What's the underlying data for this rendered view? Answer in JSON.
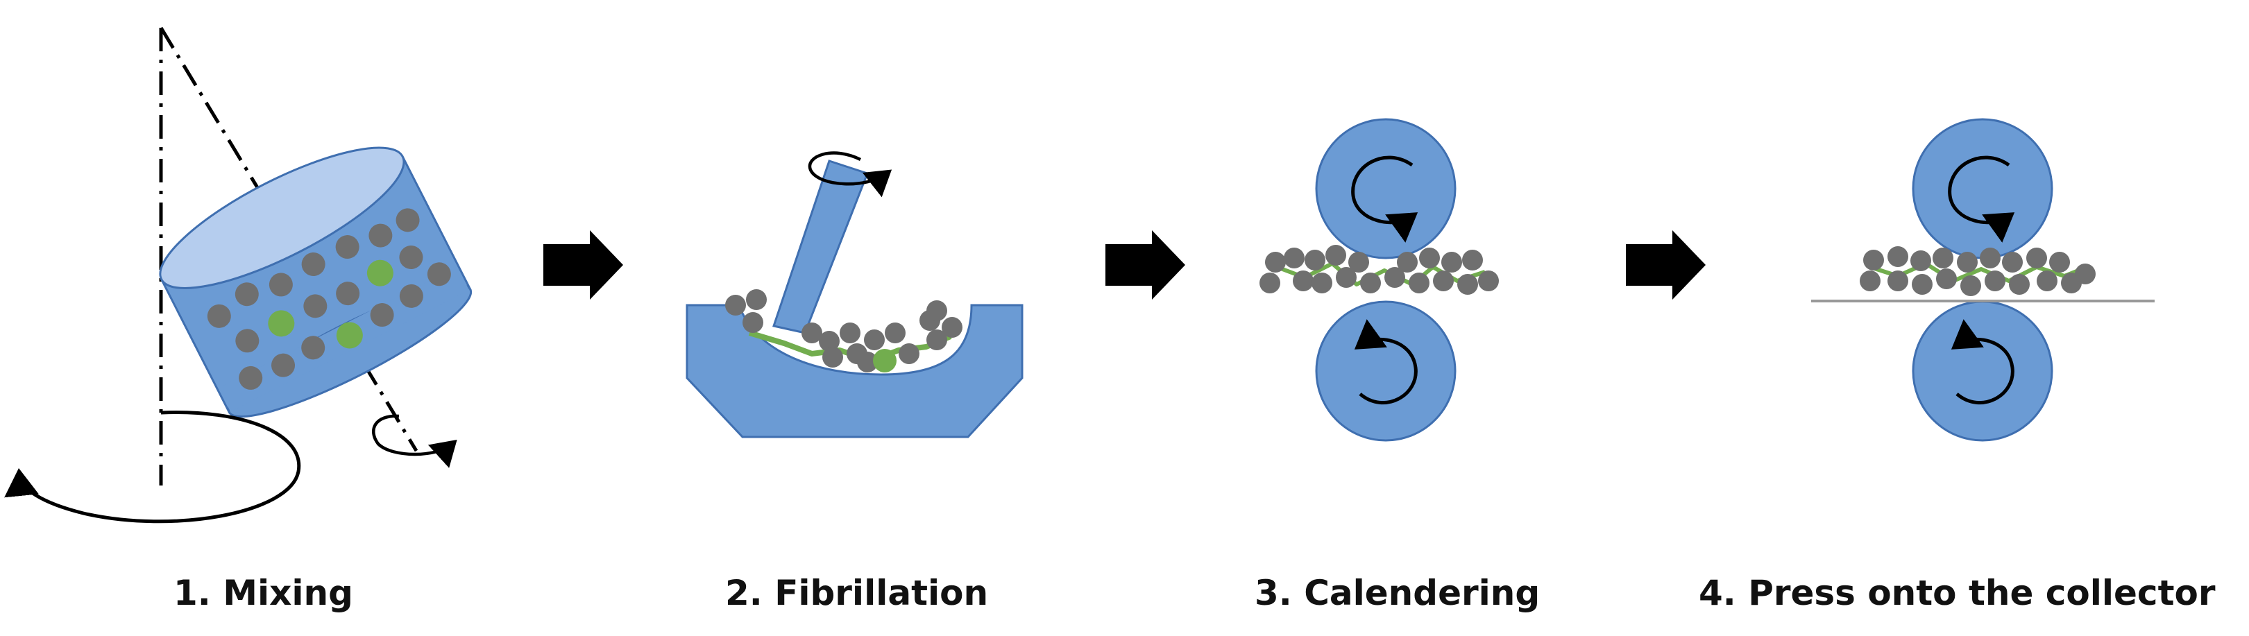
{
  "steps": [
    {
      "id": "mixing",
      "label": "1. Mixing"
    },
    {
      "id": "fibrillation",
      "label": "2. Fibrillation"
    },
    {
      "id": "calendering",
      "label": "3. Calendering"
    },
    {
      "id": "press",
      "label": "4. Press onto the collector"
    }
  ],
  "colors": {
    "vessel_blue": "#6b9bd4",
    "vessel_edge": "#3f6fb0",
    "vessel_top": "#b5cdee",
    "particle_gray": "#6f6f6f",
    "binder_green": "#72ad4e",
    "arrow_black": "#000000",
    "collector_line": "#999999"
  }
}
